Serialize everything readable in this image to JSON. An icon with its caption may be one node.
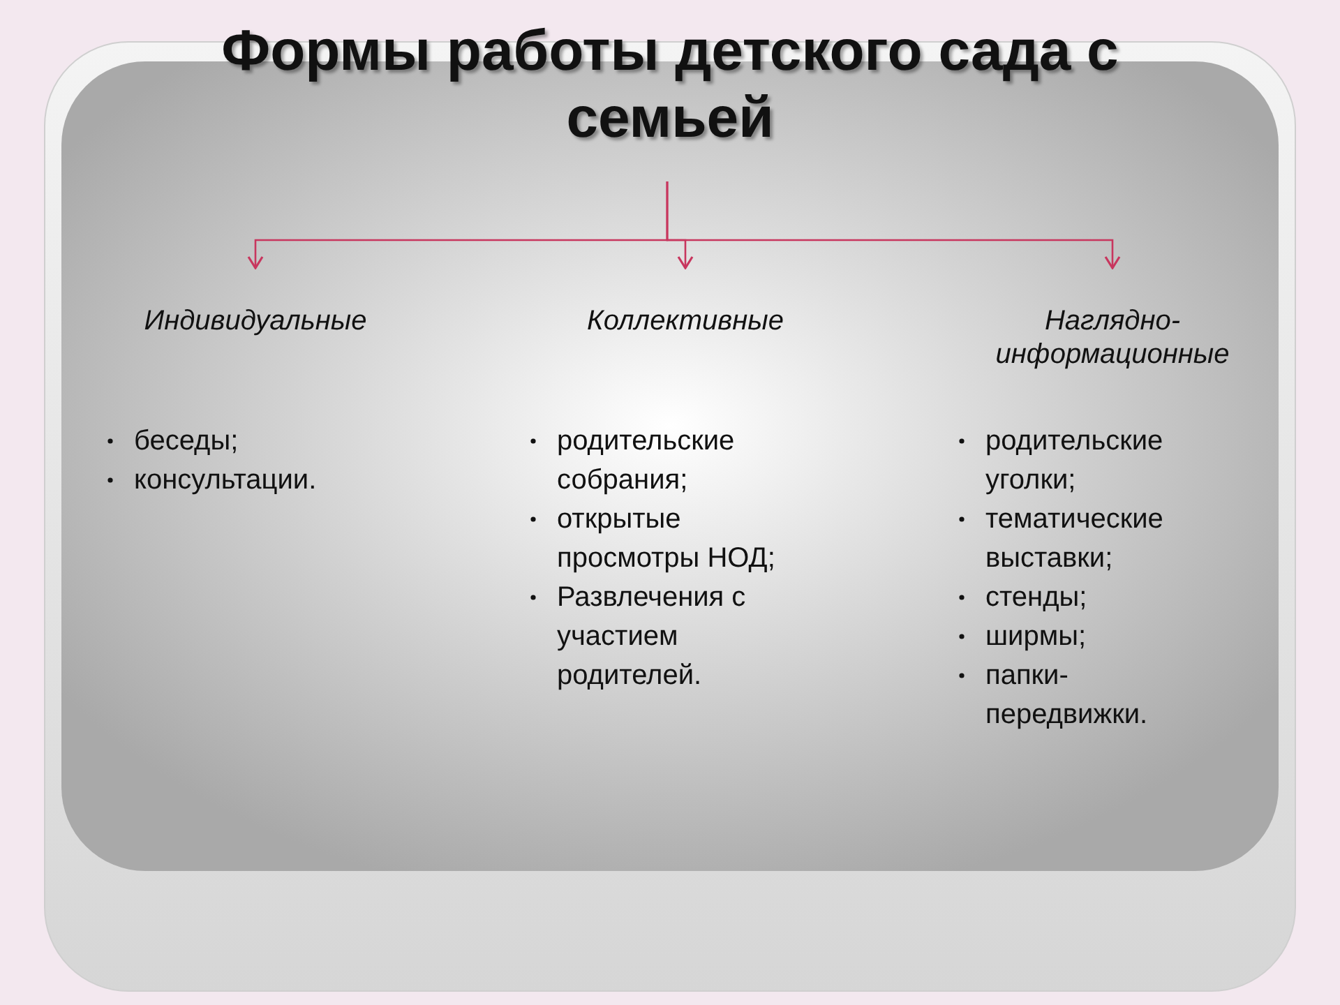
{
  "diagram": {
    "nodes": [
      {
        "text": [
          "Формы работы детского сада с семьей"
        ]
      },
      {
        "text": [
          "Индивидуальные"
        ],
        "beside": [
          "беседы;",
          "консультации."
        ]
      },
      {
        "text": [
          "Коллективные"
        ],
        "beside": [
          "родительские собрания;",
          "открытые просмотры НОД;",
          "Развлечения с участием родителей."
        ]
      },
      {
        "text": [
          "Наглядно-информационные"
        ],
        "beside": [
          "родительские уголки;",
          "тематические выставки;",
          "стенды;",
          "ширмы;",
          "папки-передвижки."
        ]
      }
    ],
    "edges": [
      {
        "from": 0,
        "to": 1,
        "arrow": "to",
        "color": "#c8365e"
      },
      {
        "from": 0,
        "to": 2,
        "arrow": "to",
        "color": "#c8365e"
      },
      {
        "from": 0,
        "to": 3,
        "arrow": "to",
        "color": "#c8365e"
      }
    ]
  }
}
